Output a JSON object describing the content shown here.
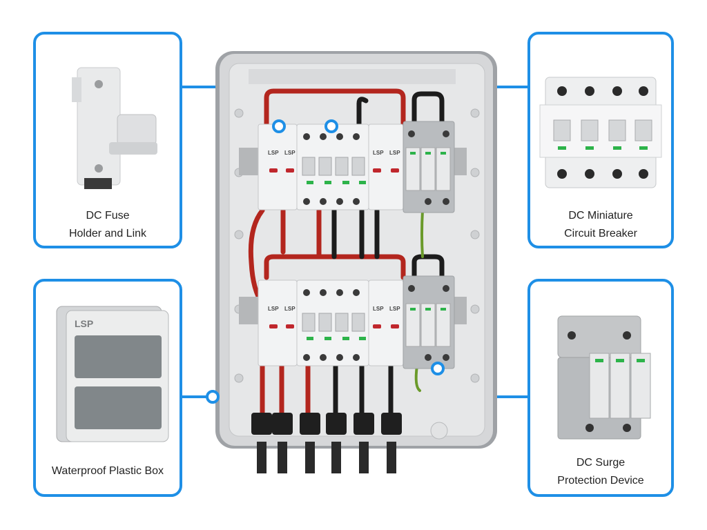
{
  "brand": "LSP",
  "colors": {
    "accent": "#1e8fe6",
    "enclosure": "#9c9fa3",
    "enclosure_inner": "#e4e5e6",
    "cable_red": "#b3261e",
    "cable_black": "#1c1c1c",
    "module_white": "#f2f3f4",
    "spd_grey": "#b9bcbf",
    "indicator_red": "#c0272d",
    "indicator_green": "#2db34a"
  },
  "callouts": {
    "fuse": {
      "line1": "DC Fuse",
      "line2": "Holder and Link",
      "icon": "fuse-holder-icon"
    },
    "mcb": {
      "line1": "DC Miniature",
      "line2": "Circuit Breaker",
      "icon": "circuit-breaker-icon"
    },
    "box": {
      "line1": "Waterproof Plastic Box",
      "icon": "plastic-box-icon"
    },
    "spd": {
      "line1": "DC Surge",
      "line2": "Protection Device",
      "icon": "surge-protector-icon"
    }
  }
}
